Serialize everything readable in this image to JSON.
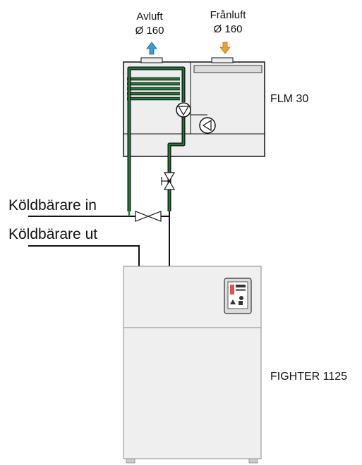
{
  "labels": {
    "exhaust_air": "Avluft",
    "exhaust_air_size": "Ø 160",
    "extract_air": "Frånluft",
    "extract_air_size": "Ø 160",
    "flm_unit": "FLM 30",
    "fighter_unit": "FIGHTER 1125",
    "brine_in": "Köldbärare in",
    "brine_out": "Köldbärare ut"
  },
  "colors": {
    "exhaust_arrow": "#3a9bd5",
    "extract_arrow": "#f0a030",
    "brine_pipe": "#1f7a3a",
    "unit_body": "#efefef",
    "outline": "#111111"
  },
  "icons": {
    "exhaust_arrow": "arrow-up-icon",
    "extract_arrow": "arrow-down-icon",
    "pump": "pump-icon",
    "fan": "fan-icon",
    "valve": "valve-icon",
    "control_panel": "control-panel-icon"
  }
}
